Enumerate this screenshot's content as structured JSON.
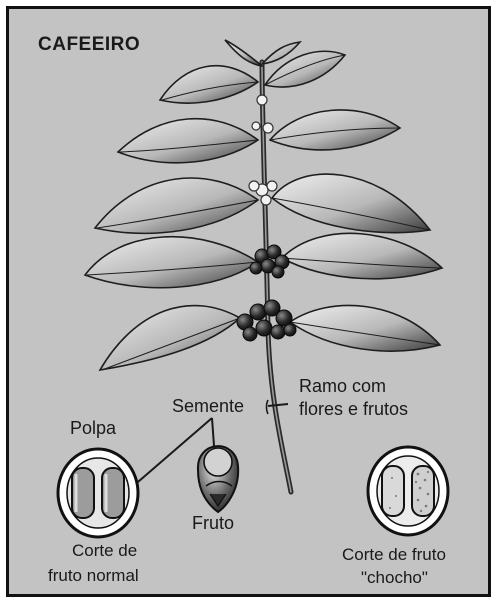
{
  "diagram": {
    "title": "CAFEEIRO",
    "branch_label_line1": "Ramo com",
    "branch_label_line2": "flores e frutos",
    "seed_label": "Semente",
    "pulp_label": "Polpa",
    "fruit_label": "Fruto",
    "normal_cut_line1": "Corte de",
    "normal_cut_line2": "fruto normal",
    "empty_cut_line1": "Corte de fruto",
    "empty_cut_line2": "\"chocho\""
  },
  "colors": {
    "background": "#c3c3c3",
    "frame": "#111111",
    "ink": "#1a1a1a",
    "leaf_dark": "#2b2b2b",
    "leaf_light": "#d6d6d6"
  }
}
